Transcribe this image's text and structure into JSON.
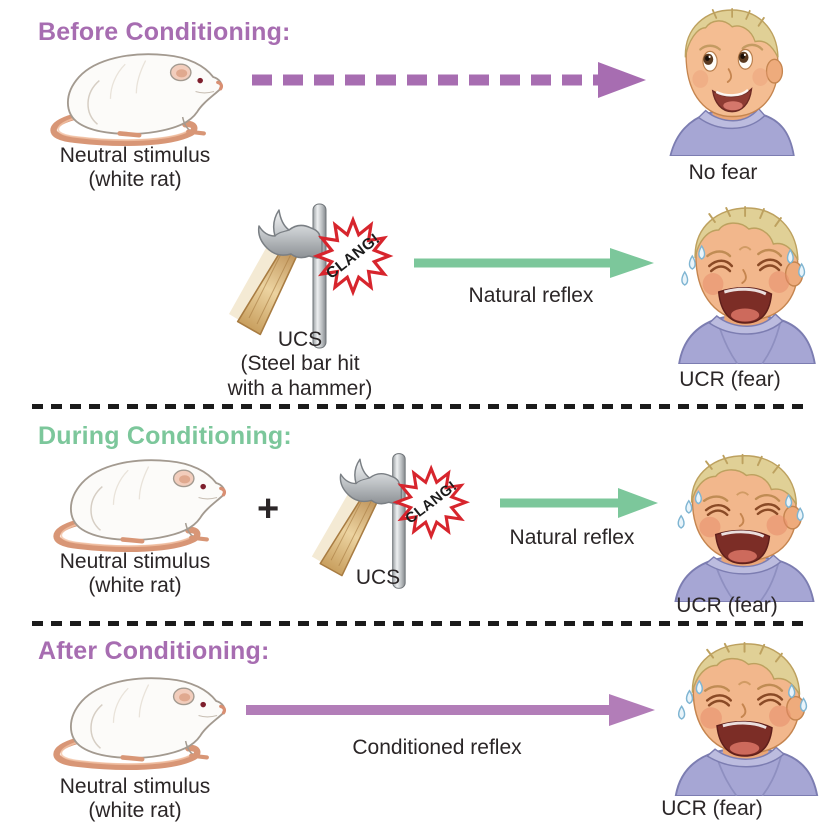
{
  "colors": {
    "heading_purple": "#a76db1",
    "heading_green": "#7cc79b",
    "arrow_purple_dashed": "#a76db1",
    "arrow_purple_solid": "#b27db8",
    "arrow_green": "#7cc79b",
    "clang_red": "#d7252d",
    "text": "#2b2627"
  },
  "before": {
    "heading": "Before Conditioning:",
    "neutral_stimulus": {
      "line1": "Neutral stimulus",
      "line2": "(white rat)"
    },
    "no_fear_label": "No fear",
    "ucs": {
      "line1": "UCS",
      "line2": "(Steel bar hit",
      "line3": "with a hammer)"
    },
    "clang_label": "CLANG!",
    "natural_reflex_label": "Natural reflex",
    "ucr_label": "UCR (fear)"
  },
  "during": {
    "heading": "During Conditioning:",
    "neutral_stimulus": {
      "line1": "Neutral stimulus",
      "line2": "(white rat)"
    },
    "plus_sign": "+",
    "ucs_label": "UCS",
    "clang_label": "CLANG!",
    "natural_reflex_label": "Natural reflex",
    "ucr_label": "UCR (fear)"
  },
  "after": {
    "heading": "After Conditioning:",
    "neutral_stimulus": {
      "line1": "Neutral stimulus",
      "line2": "(white rat)"
    },
    "conditioned_reflex_label": "Conditioned reflex",
    "ucr_label": "UCR (fear)"
  }
}
